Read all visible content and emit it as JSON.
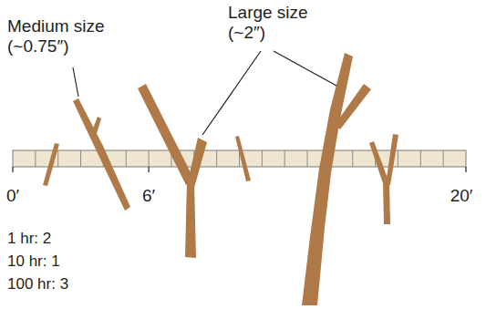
{
  "diagram": {
    "labels": [
      "Medium size (~0.75″)",
      "Large size (~2″)",
      "0′",
      "6′",
      "20′",
      "1 hr: 2",
      "10 hr: 1",
      "100 hr: 3"
    ]
  }
}
